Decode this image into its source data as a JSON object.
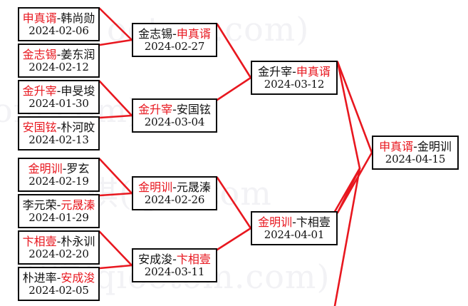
{
  "diagram": {
    "type": "single-elimination-bracket",
    "title": "",
    "accent_color": "#e8171f",
    "line_color": "#e8171f",
    "box_border_color": "#0a0a0a",
    "text_color": "#111111",
    "background_color": "#ffffff",
    "separator": "-"
  },
  "watermark": {
    "lines": [
      "oetom.com)",
      "om.com)",
      "棋(qioetom",
      "围棋(qioetom.com)"
    ]
  },
  "rounds": [
    {
      "name": "round-of-16",
      "index": 0,
      "matches": [
        {
          "id": "r1m1",
          "left": "申真谞",
          "right": "韩尚勋",
          "winner": "left",
          "date": "2024-02-06"
        },
        {
          "id": "r1m2",
          "left": "金志锡",
          "right": "姜东润",
          "winner": "left",
          "date": "2024-02-12"
        },
        {
          "id": "r1m3",
          "left": "金升宰",
          "right": "申旻埈",
          "winner": "left",
          "date": "2024-01-30"
        },
        {
          "id": "r1m4",
          "left": "安国铉",
          "right": "朴河旼",
          "winner": "left",
          "date": "2024-02-13"
        },
        {
          "id": "r1m5",
          "left": "金明训",
          "right": "罗玄",
          "winner": "left",
          "date": "2024-02-19"
        },
        {
          "id": "r1m6",
          "left": "李元荣",
          "right": "元晟溱",
          "winner": "right",
          "date": "2024-01-29"
        },
        {
          "id": "r1m7",
          "left": "卞相壹",
          "right": "朴永训",
          "winner": "left",
          "date": "2024-02-20"
        },
        {
          "id": "r1m8",
          "left": "朴进率",
          "right": "安成浚",
          "winner": "right",
          "date": "2024-02-05"
        }
      ]
    },
    {
      "name": "quarter-finals",
      "index": 1,
      "matches": [
        {
          "id": "r2m1",
          "left": "金志锡",
          "right": "申真谞",
          "winner": "right",
          "date": "2024-02-27"
        },
        {
          "id": "r2m2",
          "left": "金升宰",
          "right": "安国铉",
          "winner": "left",
          "date": "2024-03-04"
        },
        {
          "id": "r2m3",
          "left": "金明训",
          "right": "元晟溱",
          "winner": "left",
          "date": "2024-02-26"
        },
        {
          "id": "r2m4",
          "left": "安成浚",
          "right": "卞相壹",
          "winner": "right",
          "date": "2024-03-11"
        }
      ]
    },
    {
      "name": "semi-finals",
      "index": 2,
      "matches": [
        {
          "id": "r3m1",
          "left": "金升宰",
          "right": "申真谞",
          "winner": "right",
          "date": "2024-03-12"
        },
        {
          "id": "r3m2",
          "left": "金明训",
          "right": "卞相壹",
          "winner": "left",
          "date": "2024-04-01"
        }
      ]
    },
    {
      "name": "final",
      "index": 3,
      "matches": [
        {
          "id": "r4m1",
          "left": "申真谞",
          "right": "金明训",
          "winner": "left",
          "date": "2024-04-15"
        }
      ]
    }
  ]
}
